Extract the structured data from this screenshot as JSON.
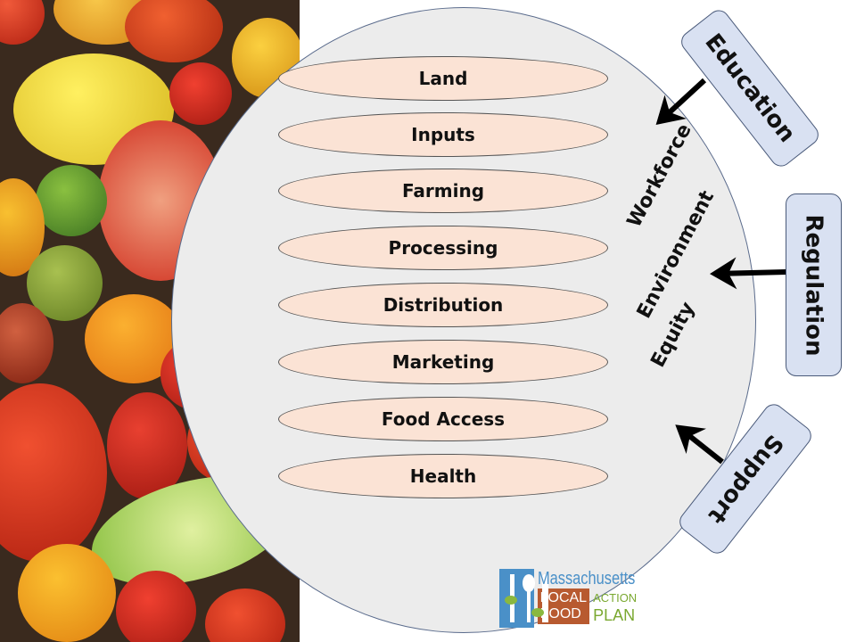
{
  "stages": [
    "Land",
    "Inputs",
    "Farming",
    "Processing",
    "Distribution",
    "Marketing",
    "Food Access",
    "Health"
  ],
  "themes": [
    "Workforce",
    "Environment",
    "Equity"
  ],
  "influences": {
    "education": "Education",
    "regulation": "Regulation",
    "support": "Support"
  },
  "logo": {
    "line1": "Massachusetts",
    "local": "LOCAL",
    "food": "FOOD",
    "action": "ACTION",
    "plan": "PLAN"
  },
  "colors": {
    "pill": "#fbe3d5",
    "box": "#d9e1f2",
    "circle": "#ececec"
  }
}
